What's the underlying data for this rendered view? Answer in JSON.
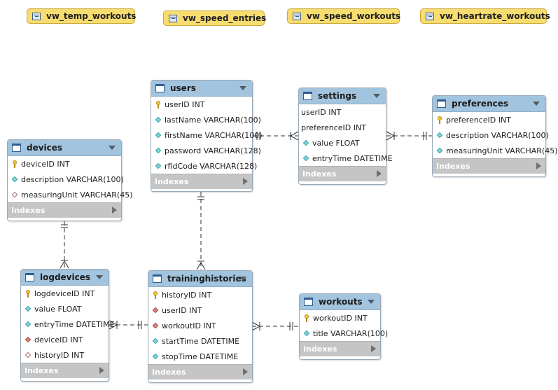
{
  "views": [
    {
      "name": "vw_temp_workouts"
    },
    {
      "name": "vw_speed_entries"
    },
    {
      "name": "vw_speed_workouts"
    },
    {
      "name": "vw_heartrate_workouts"
    }
  ],
  "tables": {
    "users": {
      "name": "users",
      "columns": [
        {
          "text": "userID INT",
          "icon": "key"
        },
        {
          "text": "lastName VARCHAR(100)",
          "icon": "diamond"
        },
        {
          "text": "firstName VARCHAR(100)",
          "icon": "diamond"
        },
        {
          "text": "password VARCHAR(128)",
          "icon": "diamond"
        },
        {
          "text": "rfidCode VARCHAR(128)",
          "icon": "diamond"
        }
      ],
      "indexes_label": "Indexes"
    },
    "settings": {
      "name": "settings",
      "columns": [
        {
          "text": "userID INT",
          "icon": "none"
        },
        {
          "text": "preferenceID INT",
          "icon": "none"
        },
        {
          "text": "value FLOAT",
          "icon": "diamond"
        },
        {
          "text": "entryTime DATETIME",
          "icon": "diamond"
        }
      ],
      "indexes_label": "Indexes"
    },
    "preferences": {
      "name": "preferences",
      "columns": [
        {
          "text": "preferenceID INT",
          "icon": "key"
        },
        {
          "text": "description VARCHAR(100)",
          "icon": "diamond"
        },
        {
          "text": "measuringUnit VARCHAR(45)",
          "icon": "diamond"
        }
      ],
      "indexes_label": "Indexes"
    },
    "devices": {
      "name": "devices",
      "columns": [
        {
          "text": "deviceID INT",
          "icon": "key"
        },
        {
          "text": "description VARCHAR(100)",
          "icon": "diamond"
        },
        {
          "text": "measuringUnit VARCHAR(45)",
          "icon": "diamond-empty"
        }
      ],
      "indexes_label": "Indexes"
    },
    "logdevices": {
      "name": "logdevices",
      "columns": [
        {
          "text": "logdeviceID INT",
          "icon": "key"
        },
        {
          "text": "value FLOAT",
          "icon": "diamond"
        },
        {
          "text": "entryTime DATETIME",
          "icon": "diamond"
        },
        {
          "text": "deviceID INT",
          "icon": "foreign-key"
        },
        {
          "text": "historyID INT",
          "icon": "diamond-empty"
        }
      ],
      "indexes_label": "Indexes"
    },
    "traininghistories": {
      "name": "traininghistories",
      "columns": [
        {
          "text": "historyID INT",
          "icon": "key"
        },
        {
          "text": "userID INT",
          "icon": "foreign-key"
        },
        {
          "text": "workoutID INT",
          "icon": "foreign-key"
        },
        {
          "text": "startTime DATETIME",
          "icon": "diamond"
        },
        {
          "text": "stopTime DATETIME",
          "icon": "diamond"
        }
      ],
      "indexes_label": "Indexes"
    },
    "workouts": {
      "name": "workouts",
      "columns": [
        {
          "text": "workoutID INT",
          "icon": "key"
        },
        {
          "text": "title VARCHAR(100)",
          "icon": "diamond"
        }
      ],
      "indexes_label": "Indexes"
    }
  },
  "colors": {
    "view_fill": "#f7dc6f",
    "table_header": "#a2c4de",
    "indexes_bar": "#c5c5c5",
    "connector": "#303030"
  }
}
